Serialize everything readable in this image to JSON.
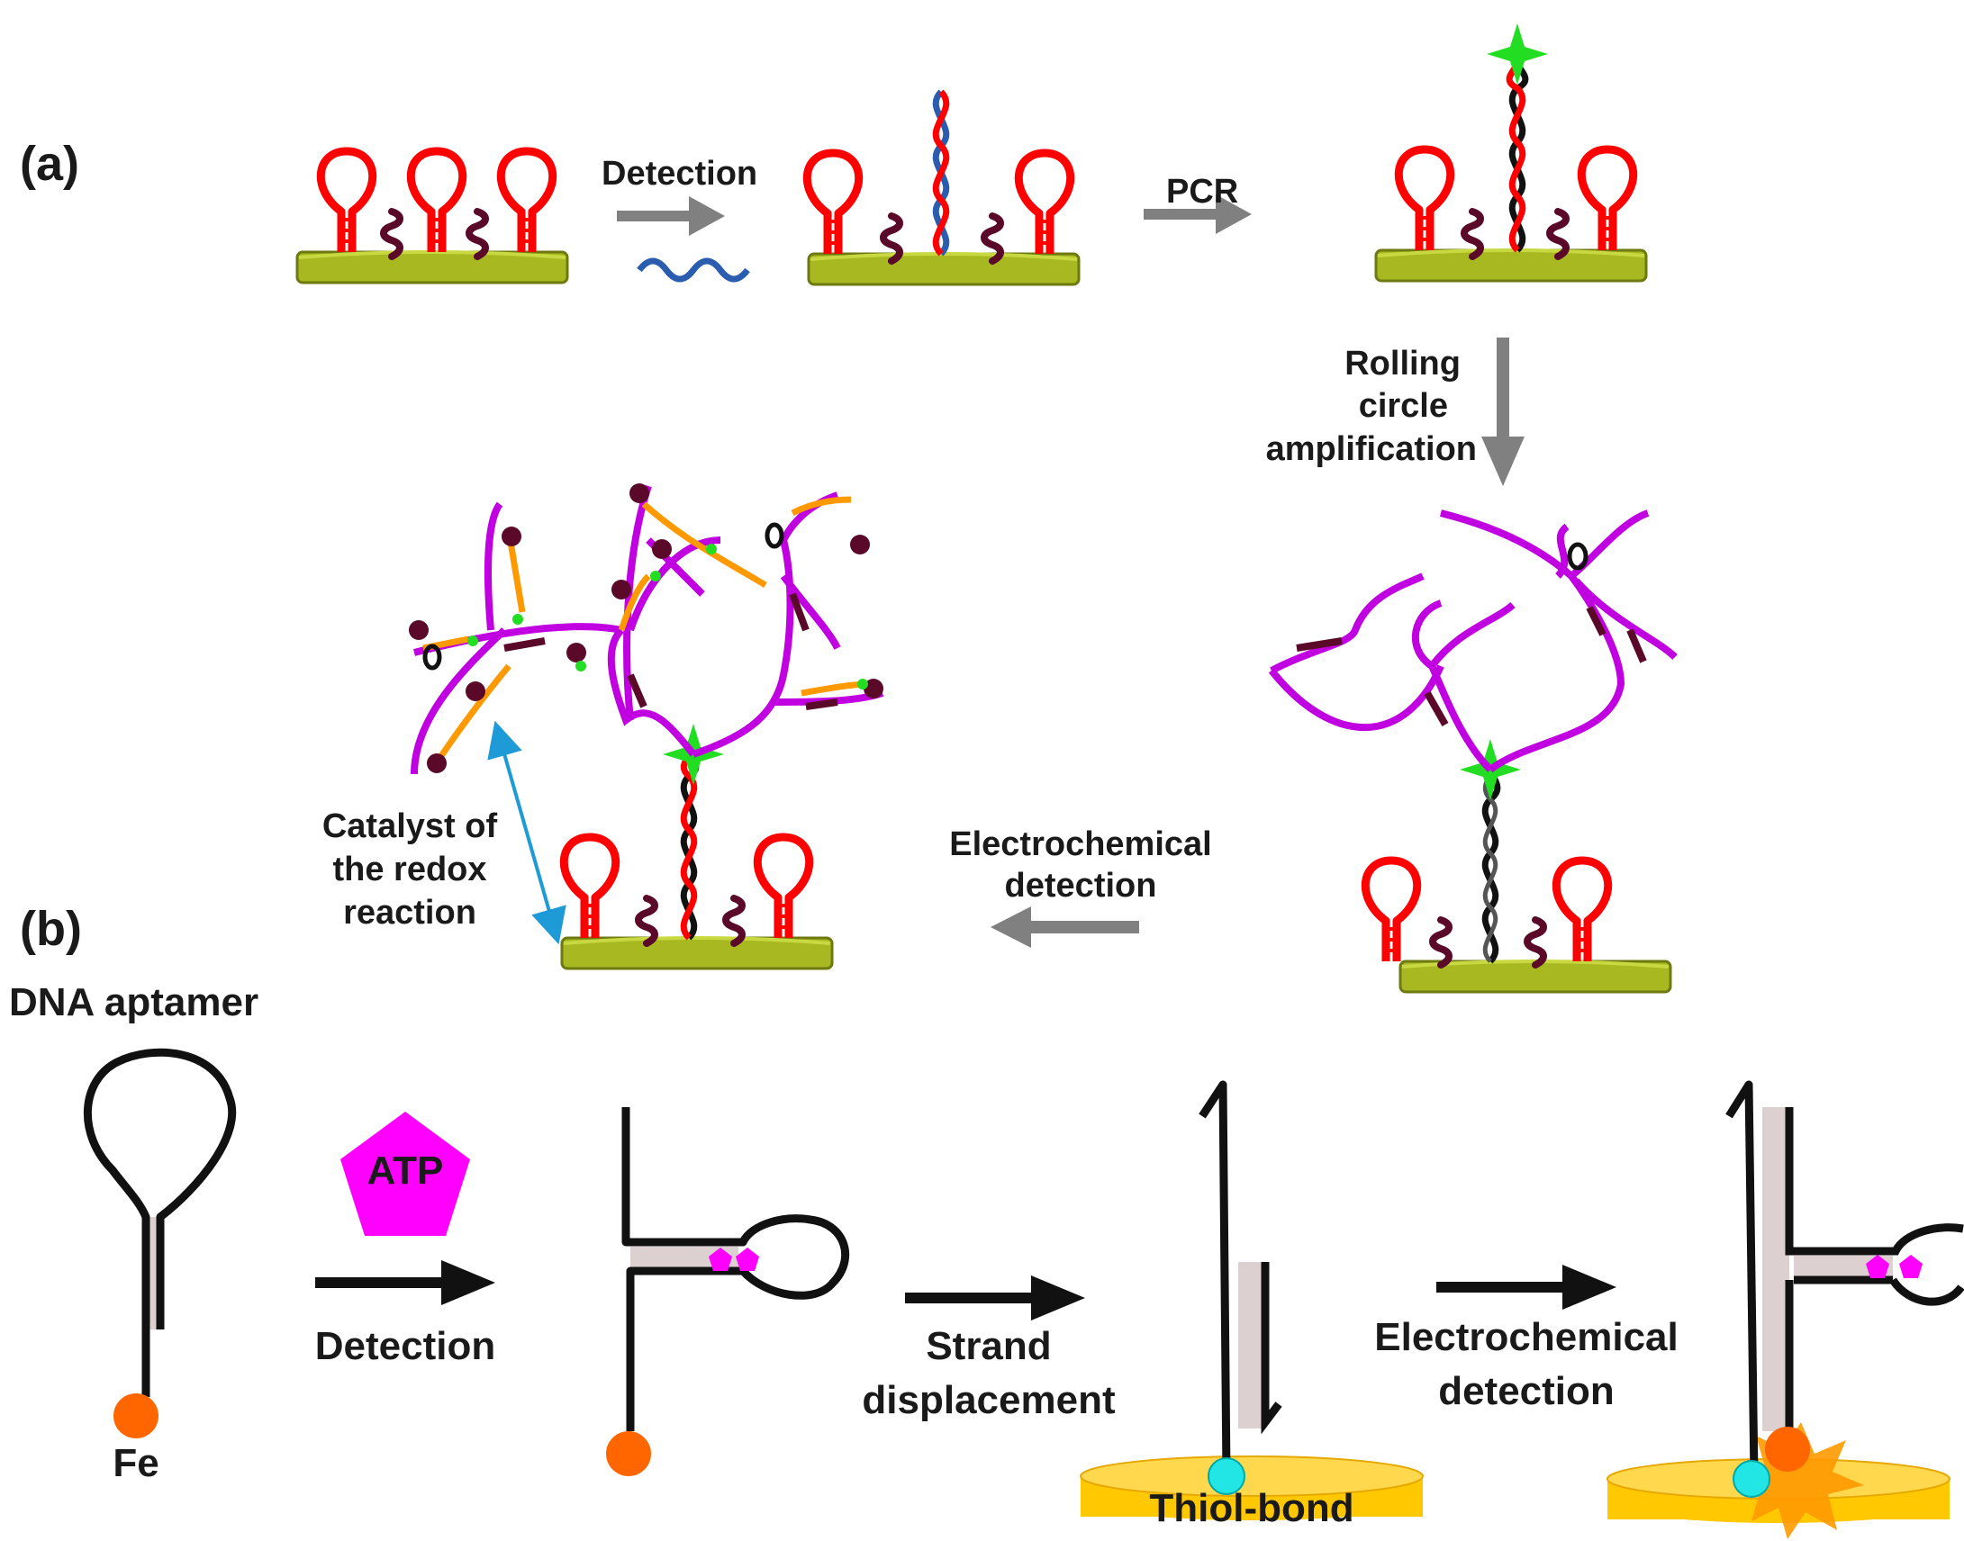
{
  "panels": {
    "a": "(a)",
    "b": "(b)"
  },
  "panel_a": {
    "detection": "Detection",
    "pcr": "PCR",
    "rca": [
      "Rolling",
      "circle",
      "amplification"
    ],
    "electrochemical": [
      "Electrochemical",
      "detection"
    ],
    "catalyst": [
      "Catalyst of",
      "the redox",
      "reaction"
    ]
  },
  "panel_b": {
    "aptamer": "DNA aptamer",
    "fe": "Fe",
    "atp": "ATP",
    "detection": "Detection",
    "strand": [
      "Strand",
      "displacement"
    ],
    "electrochemical": [
      "Electrochemical",
      "detection"
    ],
    "thiol": "Thiol-bond"
  },
  "colors": {
    "hairpin": "#ff0000",
    "target": "#2a5db0",
    "substrate": "#a8b820",
    "rca": "#c000e0",
    "probe": "#ff9900",
    "enzyme": "#5a0a28",
    "star": "#22dd22",
    "atp": "#ff00ff",
    "fe": "#ff6600",
    "electrode": "#ffc800",
    "thiol": "#22e5e5",
    "arrow_gray": "#808080",
    "catalyst_arrow": "#1e9bd7"
  }
}
